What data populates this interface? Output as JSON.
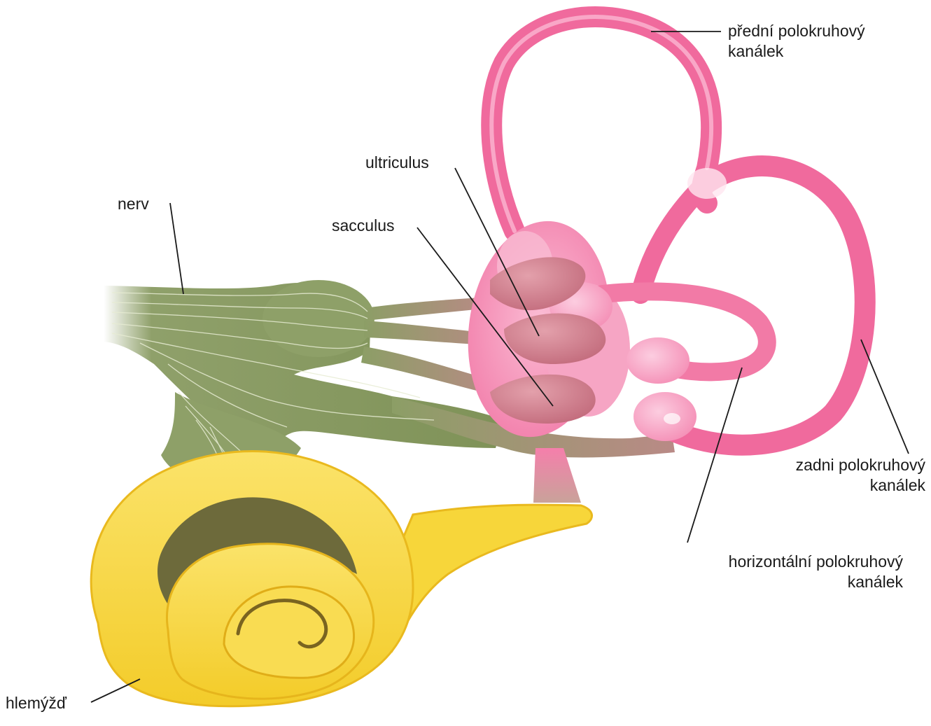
{
  "colors": {
    "canal_pink": "#f06a9d",
    "canal_highlight": "#ffd0e2",
    "vestibule_pink": "#f59bbd",
    "sac_mauve": "#c9727f",
    "nerve_green": "#8fa06a",
    "nerve_light": "#b7c38f",
    "cochlea_yellow": "#f7d63a",
    "cochlea_edge": "#e9b91e",
    "cochlea_dark": "#6d6a3b",
    "leader_line": "#1a1a1a"
  },
  "labels": {
    "anterior_canal": {
      "line1": "přední polokruhový",
      "line2": "kanálek"
    },
    "utriculus": "ultriculus",
    "sacculus": "sacculus",
    "nerve": "nerv",
    "posterior_canal": {
      "line1": "zadni polokruhový",
      "line2": "kanálek"
    },
    "horizontal_canal": {
      "line1": "horizontální polokruhový",
      "line2": "kanálek"
    },
    "cochlea": "hlemýžď"
  }
}
